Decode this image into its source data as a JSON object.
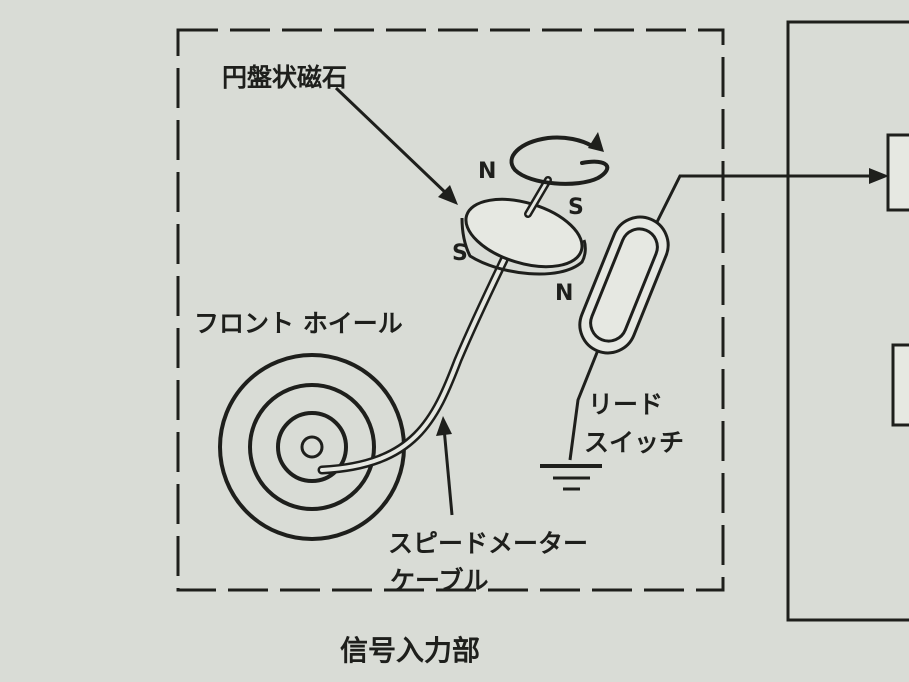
{
  "labels": {
    "magnet": "円盤状磁石",
    "front_wheel": "フロント ホイール",
    "reed_switch_line1": "リード",
    "reed_switch_line2": "スイッチ",
    "cable_line1": "スピードメーター",
    "cable_line2": "ケーブル",
    "section_caption": "信号入力部"
  },
  "poles": {
    "top": "N",
    "right": "S",
    "left": "S",
    "bottom": "N"
  },
  "colors": {
    "paper": "#d9dcd6",
    "ink": "#1e1f1c",
    "component_fill": "#e6e8e2"
  }
}
